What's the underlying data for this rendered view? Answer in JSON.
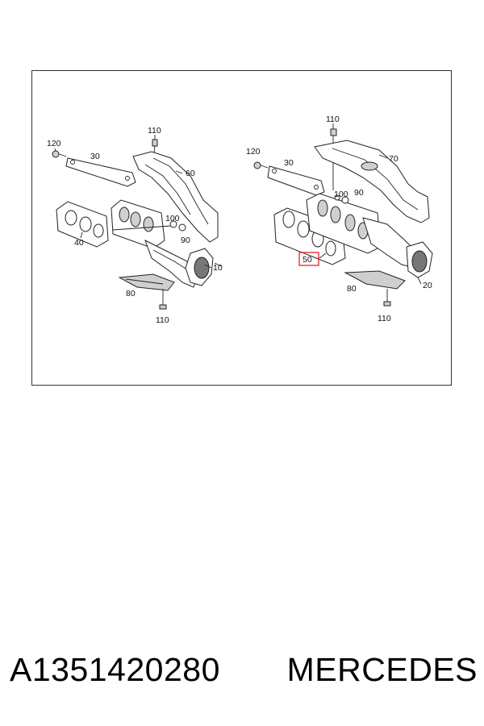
{
  "diagram": {
    "callouts_left": [
      "110",
      "120",
      "30",
      "60",
      "40",
      "100",
      "90",
      "10",
      "80",
      "110"
    ],
    "callouts_right": [
      "110",
      "120",
      "30",
      "70",
      "100",
      "90",
      "50",
      "80",
      "20",
      "110"
    ],
    "highlighted_callout": "50",
    "highlight_color": "#e0242b"
  },
  "caption": {
    "part_number": "A1351420280",
    "brand": "MERCEDES"
  }
}
